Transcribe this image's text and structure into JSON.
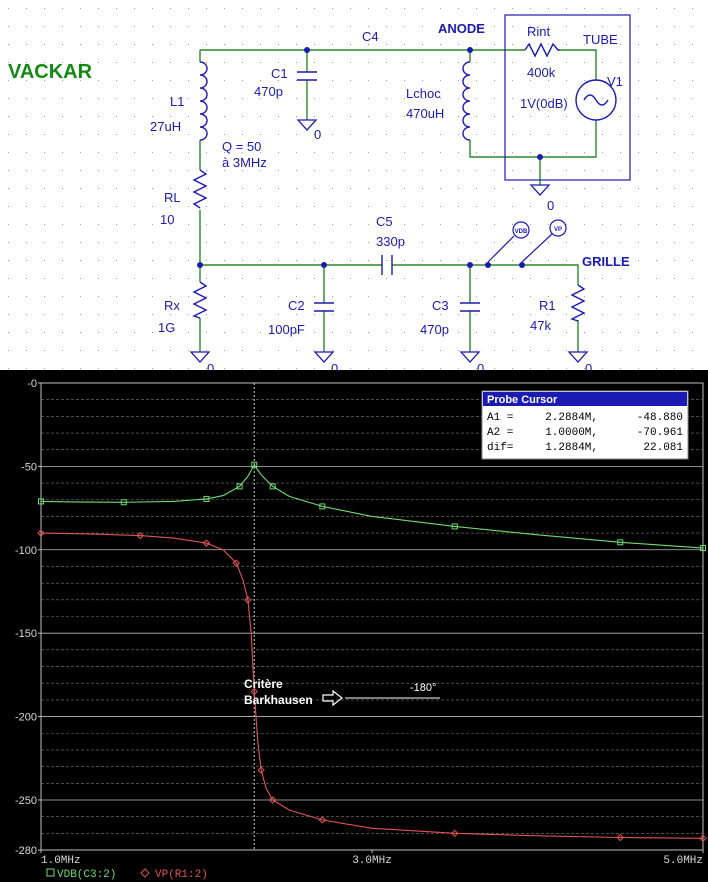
{
  "schematic": {
    "title": "VACKAR",
    "labels": {
      "c4": "C4",
      "anode": "ANODE",
      "rint": "Rint",
      "rint_val": "400k",
      "tube": "TUBE",
      "v1": "V1",
      "v1_val": "1V(0dB)",
      "c1": "C1",
      "c1_val": "470p",
      "l1": "L1",
      "l1_val": "27uH",
      "q": "Q = 50",
      "q2": "à 3MHz",
      "lchoc": "Lchoc",
      "lchoc_val": "470uH",
      "rl": "RL",
      "rl_val": "10",
      "c5": "C5",
      "c5_val": "330p",
      "grille": "GRILLE",
      "rx": "Rx",
      "rx_val": "1G",
      "c2": "C2",
      "c2_val": "100pF",
      "c3": "C3",
      "c3_val": "470p",
      "r1": "R1",
      "r1_val": "47k",
      "gnd": "0",
      "probe_vdb": "VDB",
      "probe_vp": "VP"
    }
  },
  "cursor": {
    "title": "Probe Cursor",
    "rows": [
      {
        "label": "A1 =",
        "x": "2.2884M,",
        "y": "-48.880"
      },
      {
        "label": "A2 =",
        "x": "1.0000M,",
        "y": "-70.961"
      },
      {
        "label": "dif=",
        "x": "1.2884M,",
        "y": "22.081"
      }
    ]
  },
  "annotation": {
    "line1": "Critère",
    "line2": "Barkhausen",
    "phase": "-180°"
  },
  "chart_data": {
    "type": "line",
    "xlabel": "",
    "ylabel": "",
    "xlim": [
      1.0,
      5.0
    ],
    "ylim": [
      -280,
      0
    ],
    "x_ticks": [
      "1.0MHz",
      "3.0MHz",
      "5.0MHz"
    ],
    "x_tick_values": [
      1.0,
      3.0,
      5.0
    ],
    "y_ticks": [
      "-0",
      "-50",
      "-100",
      "-150",
      "-200",
      "-250",
      "-280"
    ],
    "y_tick_values": [
      0,
      -50,
      -100,
      -150,
      -200,
      -250,
      -280
    ],
    "cursor_x": 2.2884,
    "grid": true,
    "series": [
      {
        "name": "VDB(C3:2)",
        "color": "#6fdc6f",
        "marker": "square",
        "x": [
          1.0,
          1.2,
          1.5,
          1.8,
          2.0,
          2.1,
          2.2,
          2.25,
          2.2884,
          2.33,
          2.4,
          2.5,
          2.7,
          3.0,
          3.5,
          4.0,
          4.5,
          5.0
        ],
        "values": [
          -71,
          -71.3,
          -71.5,
          -71,
          -69.5,
          -67.5,
          -62,
          -56,
          -49,
          -55,
          -62,
          -68,
          -74,
          -80,
          -86,
          -91,
          -95.5,
          -99
        ]
      },
      {
        "name": "VP(R1:2)",
        "color": "#e05555",
        "marker": "diamond",
        "x": [
          1.0,
          1.3,
          1.6,
          1.8,
          2.0,
          2.1,
          2.18,
          2.22,
          2.25,
          2.27,
          2.2884,
          2.31,
          2.33,
          2.36,
          2.4,
          2.5,
          2.7,
          3.0,
          3.5,
          4.0,
          4.5,
          5.0
        ],
        "values": [
          -90,
          -90.5,
          -91.5,
          -93,
          -96,
          -100,
          -108,
          -118,
          -130,
          -150,
          -185,
          -215,
          -232,
          -243,
          -250,
          -256,
          -262,
          -267,
          -270,
          -271.5,
          -272.5,
          -273
        ]
      }
    ]
  }
}
